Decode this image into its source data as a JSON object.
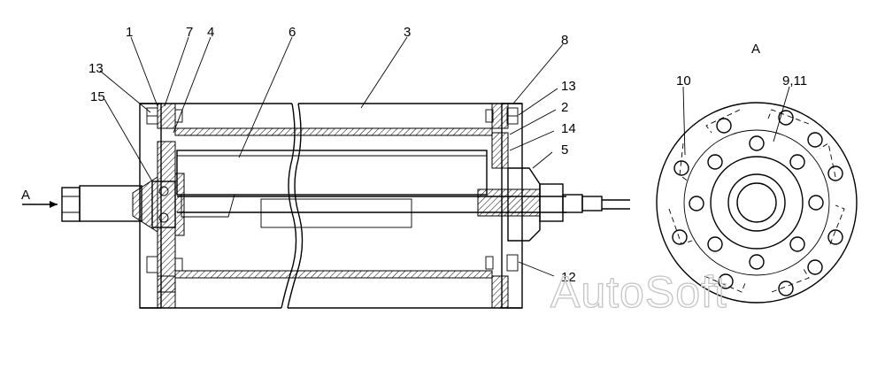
{
  "view_label": "A",
  "arrow_label": "A",
  "callouts": {
    "c1": "1",
    "c7": "7",
    "c4": "4",
    "c6": "6",
    "c3": "3",
    "c8": "8",
    "c13a": "13",
    "c15": "15",
    "c13b": "13",
    "c2": "2",
    "c14": "14",
    "c5": "5",
    "c12": "12",
    "c10": "10",
    "c911": "9,11"
  },
  "watermark": "AutoSoft",
  "colors": {
    "line": "#000000",
    "hatch": "#000000",
    "watermark": "#c4c4c4",
    "background": "#ffffff"
  }
}
